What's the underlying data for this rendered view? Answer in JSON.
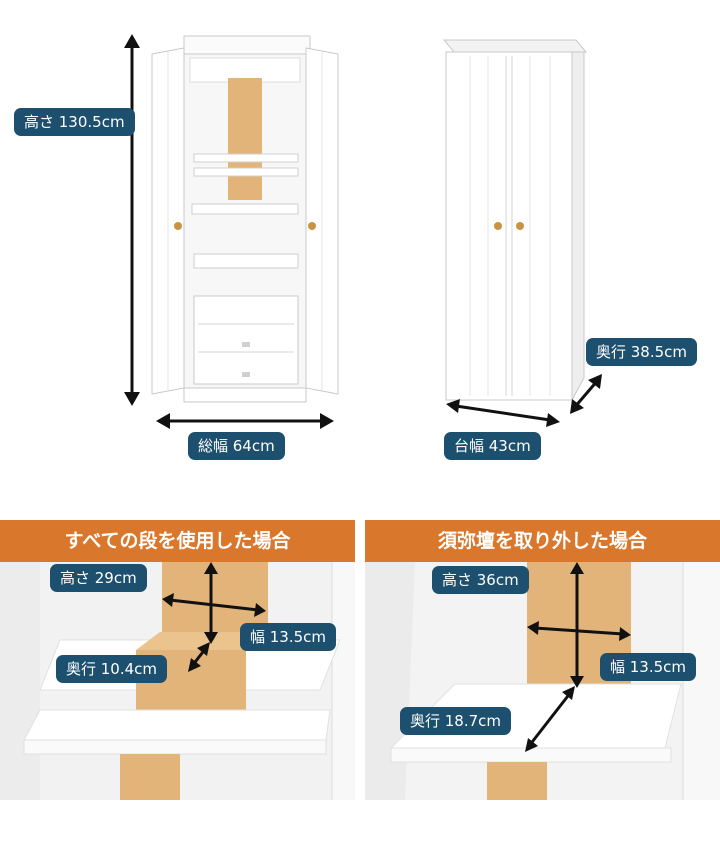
{
  "top": {
    "height_label": "高さ 130.5cm",
    "total_width_label": "総幅 64cm",
    "base_width_label": "台幅 43cm",
    "depth_label": "奥行 38.5cm"
  },
  "panel_left": {
    "title": "すべての段を使用した場合",
    "height_label": "高さ 29cm",
    "width_label": "幅 13.5cm",
    "depth_label": "奥行 10.4cm"
  },
  "panel_right": {
    "title": "須弥壇を取り外した場合",
    "height_label": "高さ 36cm",
    "width_label": "幅 13.5cm",
    "depth_label": "奥行 18.7cm"
  },
  "colors": {
    "label_bg": "#1d4f6e",
    "banner_bg": "#d9782d",
    "wood": "#e3b47a",
    "cabinet": "#ffffff"
  }
}
